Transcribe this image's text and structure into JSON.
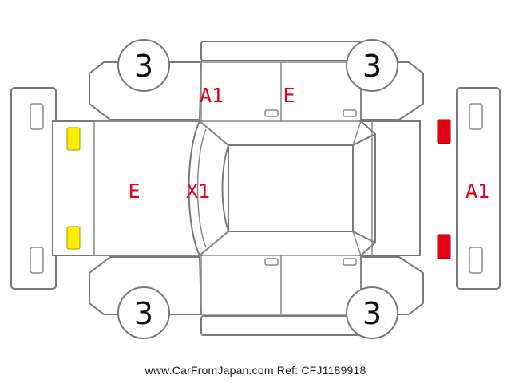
{
  "colors": {
    "damage_mark": "#e60012",
    "headlight": "#ffee00",
    "taillight": "#e60012",
    "outline": "#7a7a7a"
  },
  "grades": {
    "front_left_wheel": "3",
    "rear_left_wheel": "3",
    "front_right_wheel": "3",
    "rear_right_wheel": "3"
  },
  "damage_marks": {
    "upper_front_door": "A1",
    "upper_rear_door": "E",
    "hood": "E",
    "windshield": "X1",
    "rear_bumper": "A1"
  },
  "footer": {
    "source": "www.CarFromJapan.com Ref: CFJ1189918"
  }
}
